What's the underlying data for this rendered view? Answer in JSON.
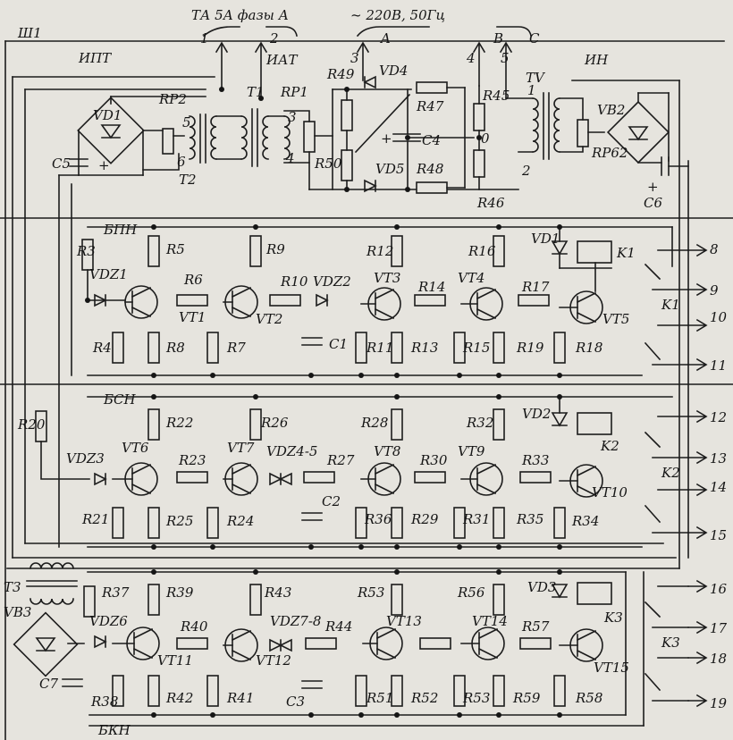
{
  "header": {
    "ta_label": "ТА 5А фазы А",
    "supply_label": "~ 220В, 50Гц",
    "cabinet_label": "Ш1",
    "phase_pins": [
      "1",
      "2"
    ],
    "ac_pins": [
      "3",
      "A",
      "4",
      "B",
      "5",
      "C"
    ]
  },
  "units": {
    "ipt": "ИПТ",
    "iat": "ИАТ",
    "in": "ИН",
    "bpn": "БПН",
    "bsn": "БСН",
    "bkn": "БКН"
  },
  "terminals": [
    "8",
    "9",
    "10",
    "11",
    "12",
    "13",
    "14",
    "15",
    "16",
    "17",
    "18",
    "19"
  ],
  "relays": [
    "K1",
    "K2",
    "K3"
  ],
  "components": {
    "top": [
      "VD1",
      "RP2",
      "C5",
      "T2",
      "T1",
      "RP1",
      "R49",
      "VD4",
      "R47",
      "C4",
      "R50",
      "VD5",
      "R48",
      "R45",
      "R46",
      "TV",
      "VB2",
      "RP62",
      "C6",
      "5",
      "6",
      "3",
      "4",
      "0",
      "1",
      "2",
      "+",
      "+",
      "+"
    ],
    "bpn": [
      "R3",
      "VDZ1",
      "R4",
      "R5",
      "VT1",
      "R6",
      "R8",
      "R7",
      "R9",
      "VT2",
      "R10",
      "VDZ2",
      "C1",
      "R12",
      "VT3",
      "R11",
      "R14",
      "R13",
      "R16",
      "VT4",
      "R15",
      "R17",
      "R19",
      "VD1",
      "K1",
      "VT5",
      "R18"
    ],
    "bsn": [
      "R20",
      "VDZ3",
      "R21",
      "R22",
      "VT6",
      "R23",
      "R25",
      "R26",
      "VT7",
      "R24",
      "VDZ4-5",
      "R27",
      "C2",
      "R28",
      "VT8",
      "R36",
      "R30",
      "R29",
      "R32",
      "VT9",
      "R31",
      "R33",
      "R35",
      "VD2",
      "K2",
      "VT10",
      "R34"
    ],
    "bkn": [
      "T3",
      "VB3",
      "C7",
      "R37",
      "VDZ6",
      "R38",
      "R39",
      "VT11",
      "R40",
      "R42",
      "R43",
      "VT12",
      "R41",
      "VDZ7-8",
      "R44",
      "C3",
      "R53",
      "VT13",
      "R51",
      "R52",
      "R56",
      "VT14",
      "R53",
      "R57",
      "R59",
      "VD3",
      "K3",
      "VT15",
      "R58"
    ]
  }
}
